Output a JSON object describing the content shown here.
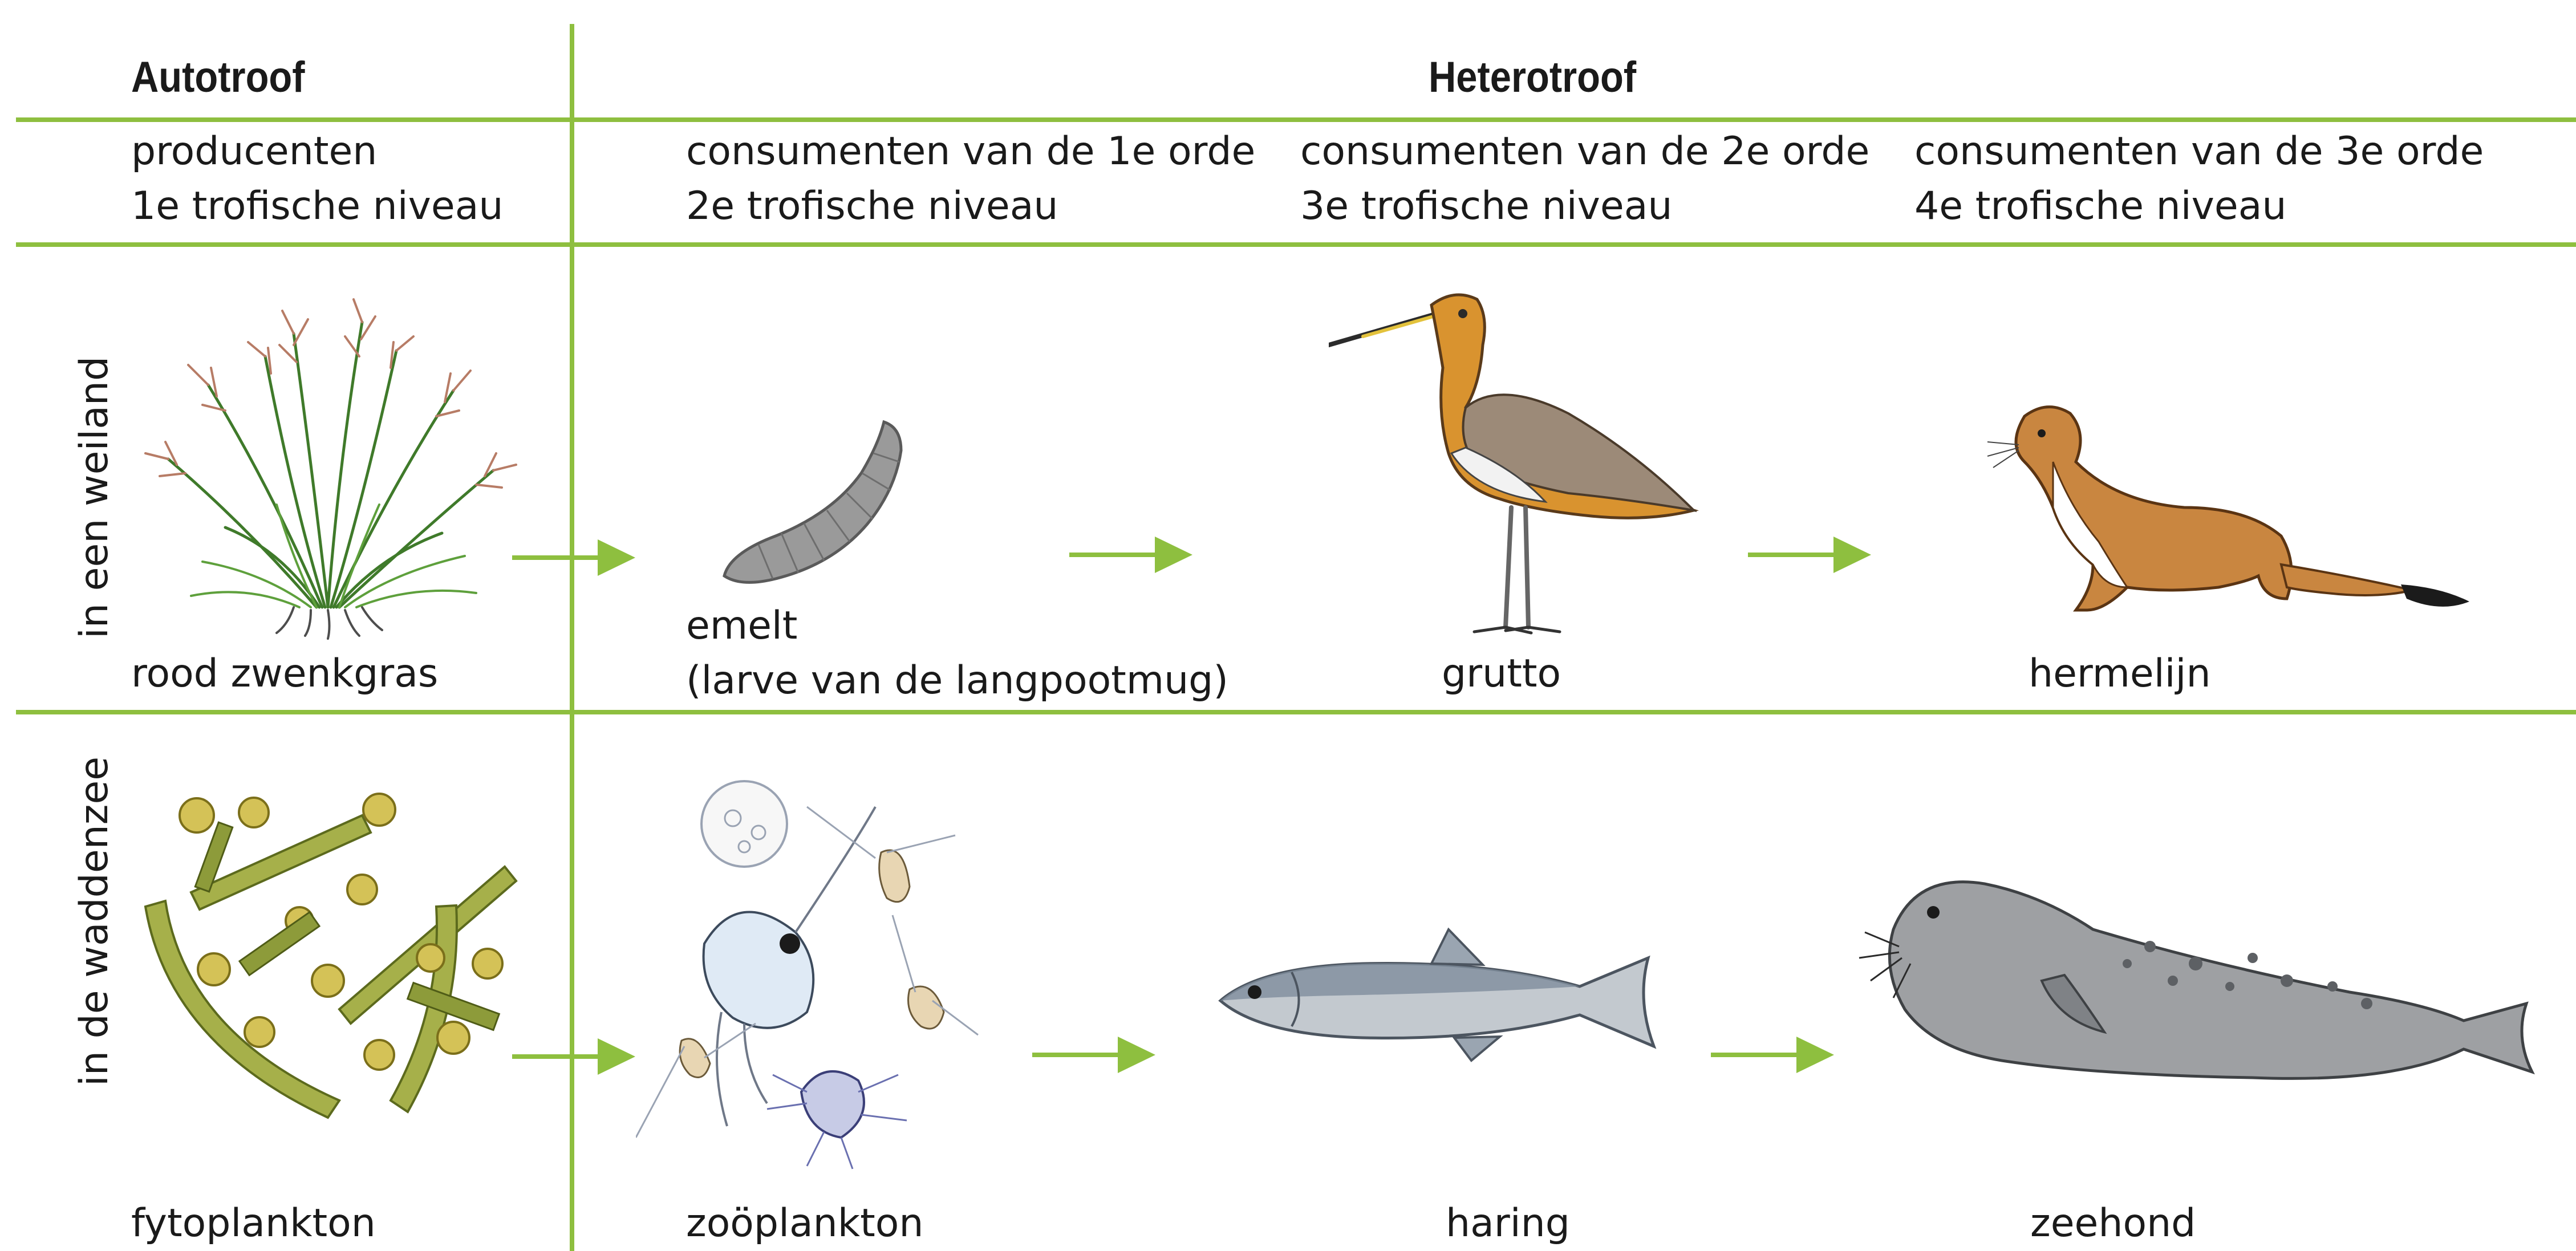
{
  "header": {
    "autotroph": "Autotroof",
    "heterotroph": "Heterotroof"
  },
  "levels": [
    {
      "role": "producenten",
      "level": "1e trofische niveau"
    },
    {
      "role": "consumenten van de 1e orde",
      "level": "2e trofische niveau"
    },
    {
      "role": "consumenten van de 2e orde",
      "level": "3e trofische niveau"
    },
    {
      "role": "consumenten van de 3e orde",
      "level": "4e trofische niveau"
    }
  ],
  "rows": [
    {
      "label": "in een weiland",
      "organisms": [
        {
          "name": "rood zwenkgras",
          "icon": "grass-icon"
        },
        {
          "name": "emelt",
          "sub": "(larve van de langpootmug)",
          "icon": "larva-icon"
        },
        {
          "name": "grutto",
          "icon": "godwit-bird-icon"
        },
        {
          "name": "hermelijn",
          "icon": "stoat-icon"
        }
      ]
    },
    {
      "label": "in de waddenzee",
      "organisms": [
        {
          "name": "fytoplankton",
          "icon": "phytoplankton-icon"
        },
        {
          "name": "zoöplankton",
          "icon": "zooplankton-icon"
        },
        {
          "name": "haring",
          "icon": "herring-icon"
        },
        {
          "name": "zeehond",
          "icon": "seal-icon"
        }
      ]
    }
  ],
  "colors": {
    "line": "#8ebf3f",
    "arrow": "#8ebf3f",
    "text": "#1a1a1a"
  }
}
